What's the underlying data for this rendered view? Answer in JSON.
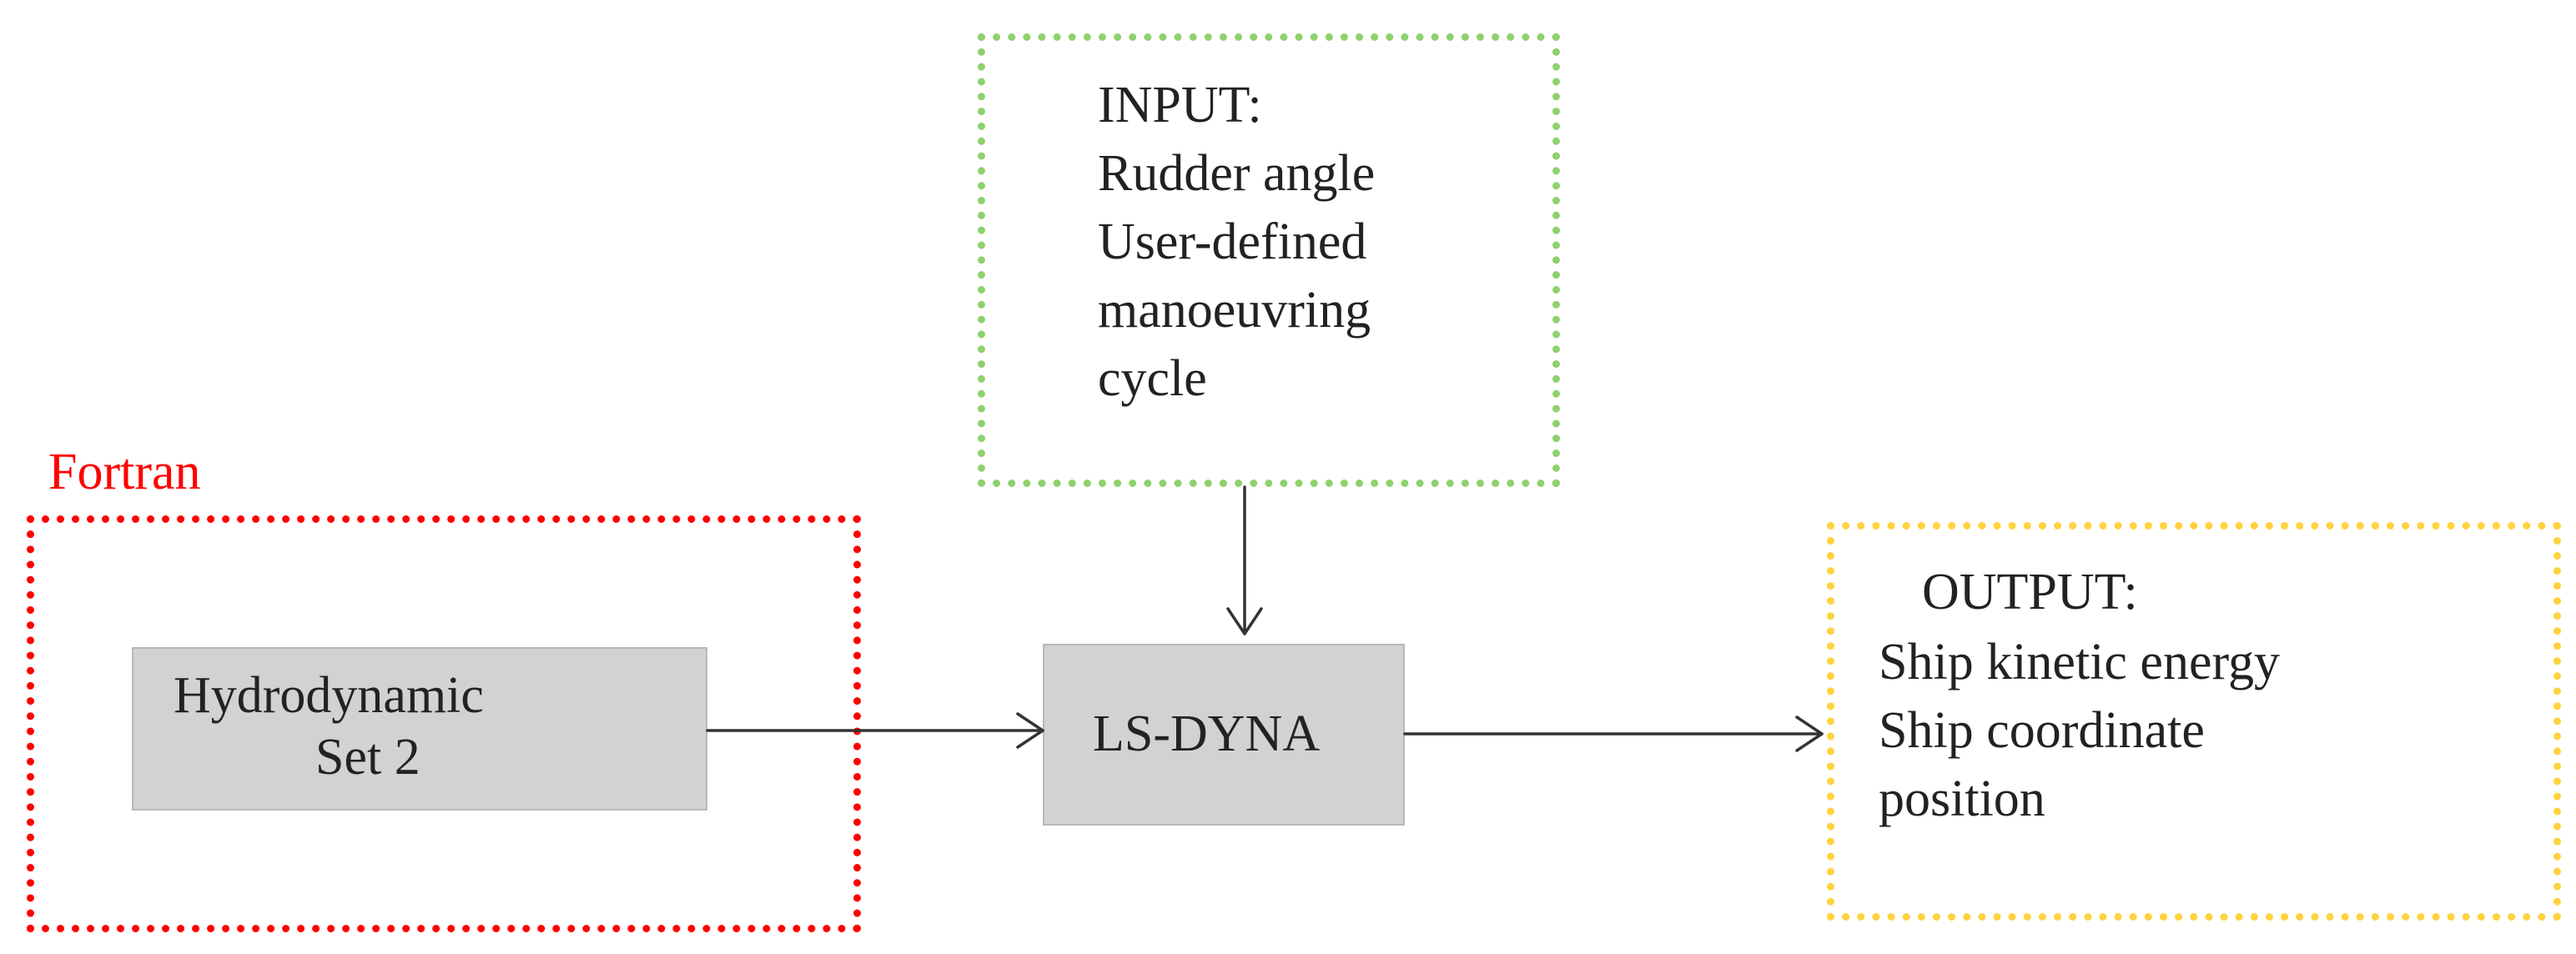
{
  "fortran": {
    "label": "Fortran",
    "color": "#ff0000"
  },
  "hydrodynamic": {
    "line1": "Hydrodynamic",
    "line2": "Set 2"
  },
  "lsdyna": {
    "label": "LS-DYNA"
  },
  "input": {
    "title": "INPUT:",
    "lines": [
      "Rudder angle",
      "User-defined",
      "manoeuvring",
      "cycle"
    ]
  },
  "output": {
    "title": "OUTPUT:",
    "lines": [
      "Ship kinetic energy",
      "Ship coordinate",
      "position"
    ]
  },
  "colors": {
    "fortran_border": "#ff0000",
    "input_border": "#8fd16d",
    "output_border": "#ffd23f",
    "block_fill": "#d3d1d2"
  }
}
